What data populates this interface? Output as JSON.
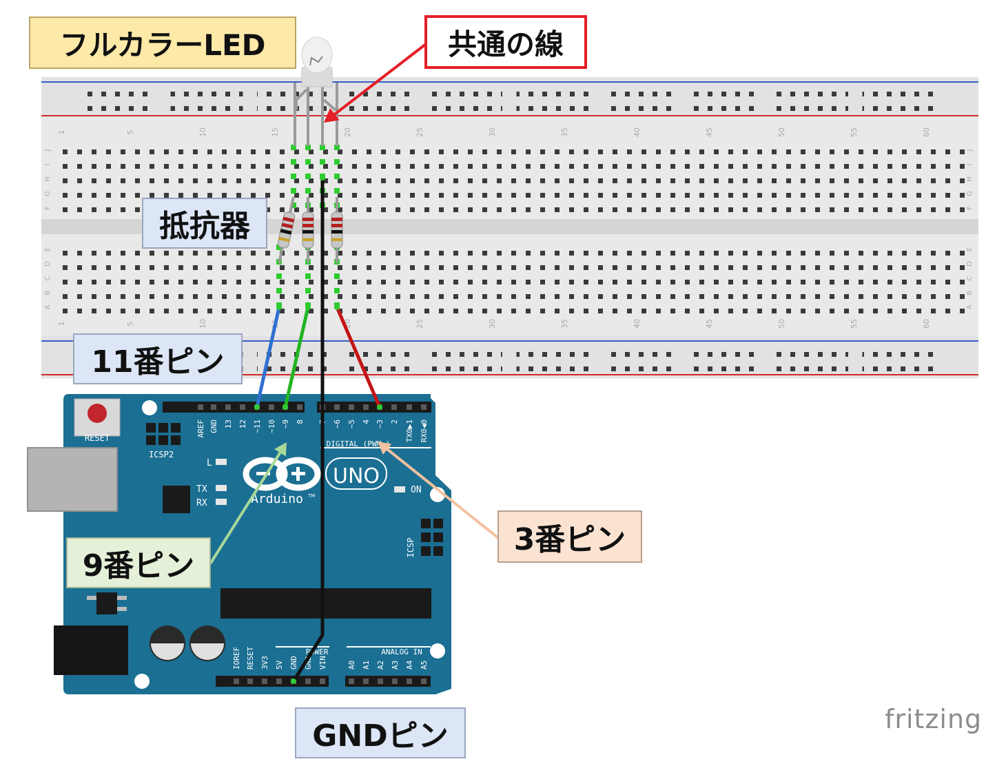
{
  "labels": {
    "full_color_led": "フルカラーLED",
    "common_wire": "共通の線",
    "resistors": "抵抗器",
    "pin11": "11番ピン",
    "pin9": "9番ピン",
    "pin3": "3番ピン",
    "gnd_pin": "GNDピン"
  },
  "breadboard": {
    "row_letters_top": [
      "J",
      "I",
      "H",
      "G",
      "F"
    ],
    "row_letters_bottom": [
      "E",
      "D",
      "C",
      "B",
      "A"
    ],
    "column_numbers": [
      "1",
      "5",
      "10",
      "15",
      "20",
      "25",
      "30",
      "35",
      "40",
      "45",
      "50",
      "55",
      "60"
    ]
  },
  "arduino": {
    "reset_label": "RESET",
    "icsp2_label": "ICSP2",
    "icsp_label": "ICSP",
    "digital_label": "DIGITAL (PWM~)",
    "digital_pins": [
      "AREF",
      "GND",
      "13",
      "12",
      "~11",
      "~10",
      "~9",
      "8",
      "7",
      "~6",
      "~5",
      "4",
      "~3",
      "2",
      "TX0▶1",
      "RX0◀0"
    ],
    "led_labels": [
      "L",
      "TX",
      "RX"
    ],
    "on_label": "ON",
    "logo_text": "UNO",
    "brand_text": "Arduino",
    "tm": "TM",
    "power_label": "POWER",
    "power_pins": [
      "IOREF",
      "RESET",
      "3V3",
      "5V",
      "GND",
      "GND",
      "VIN"
    ],
    "analog_label": "ANALOG IN",
    "analog_pins": [
      "A0",
      "A1",
      "A2",
      "A3",
      "A4",
      "A5"
    ]
  },
  "watermark": "fritzing",
  "colors": {
    "board": "#1b6f93",
    "wire_blue": "#2e6fd0",
    "wire_green": "#22b522",
    "wire_red": "#c41414",
    "wire_black": "#111111",
    "arrow_red": "#e41e26",
    "arrow_light_green": "#a8d89a",
    "arrow_peach": "#f3c19e"
  }
}
